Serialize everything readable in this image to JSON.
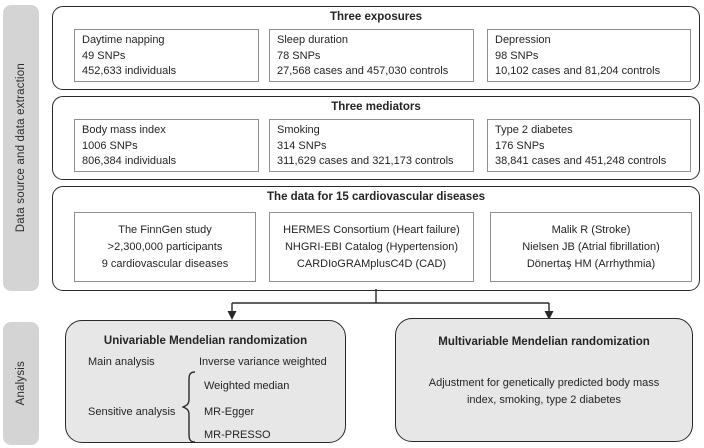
{
  "sidebar": {
    "top_label": "Data source and data extraction",
    "bottom_label": "Analysis"
  },
  "sections": [
    {
      "title": "Three exposures",
      "boxes": [
        {
          "lines": [
            "Daytime napping",
            "49 SNPs",
            "452,633 individuals"
          ]
        },
        {
          "lines": [
            "Sleep duration",
            "78 SNPs",
            "27,568 cases and 457,030 controls"
          ]
        },
        {
          "lines": [
            "Depression",
            "98 SNPs",
            "10,102 cases and 81,204 controls"
          ]
        }
      ]
    },
    {
      "title": "Three mediators",
      "boxes": [
        {
          "lines": [
            "Body mass index",
            "1006 SNPs",
            "806,384 individuals"
          ]
        },
        {
          "lines": [
            "Smoking",
            "314 SNPs",
            "311,629 cases and 321,173 controls"
          ]
        },
        {
          "lines": [
            "Type 2 diabetes",
            "176 SNPs",
            "38,841 cases and 451,248 controls"
          ]
        }
      ]
    },
    {
      "title": "The data for 15 cardiovascular diseases",
      "boxes": [
        {
          "lines": [
            "The FinnGen study",
            ">2,300,000 participants",
            "9 cardiovascular diseases"
          ]
        },
        {
          "lines": [
            "HERMES Consortium (Heart failure)",
            "NHGRI-EBI Catalog (Hypertension)",
            "CARDIoGRAMplusC4D (CAD)"
          ]
        },
        {
          "lines": [
            "Malik R (Stroke)",
            "Nielsen JB (Atrial fibrillation)",
            "Dönertaş HM (Arrhythmia)"
          ]
        }
      ]
    }
  ],
  "analysis": {
    "univariable": {
      "title": "Univariable Mendelian randomization",
      "main_label": "Main analysis",
      "main_value": "Inverse variance weighted",
      "sensitivity_label": "Sensitive analysis",
      "sensitivity_items": [
        "Weighted median",
        "MR-Egger",
        "MR-PRESSO"
      ]
    },
    "multivariable": {
      "title": "Multivariable Mendelian randomization",
      "body": "Adjustment for genetically predicted body mass index, smoking, type 2 diabetes"
    }
  },
  "colors": {
    "panel_border": "#2a2a2a",
    "inner_border": "#8f8f8f",
    "sidebar_fill": "#d4d4d4",
    "analysis_fill": "#e7e7e7",
    "text_color": "#242424"
  }
}
